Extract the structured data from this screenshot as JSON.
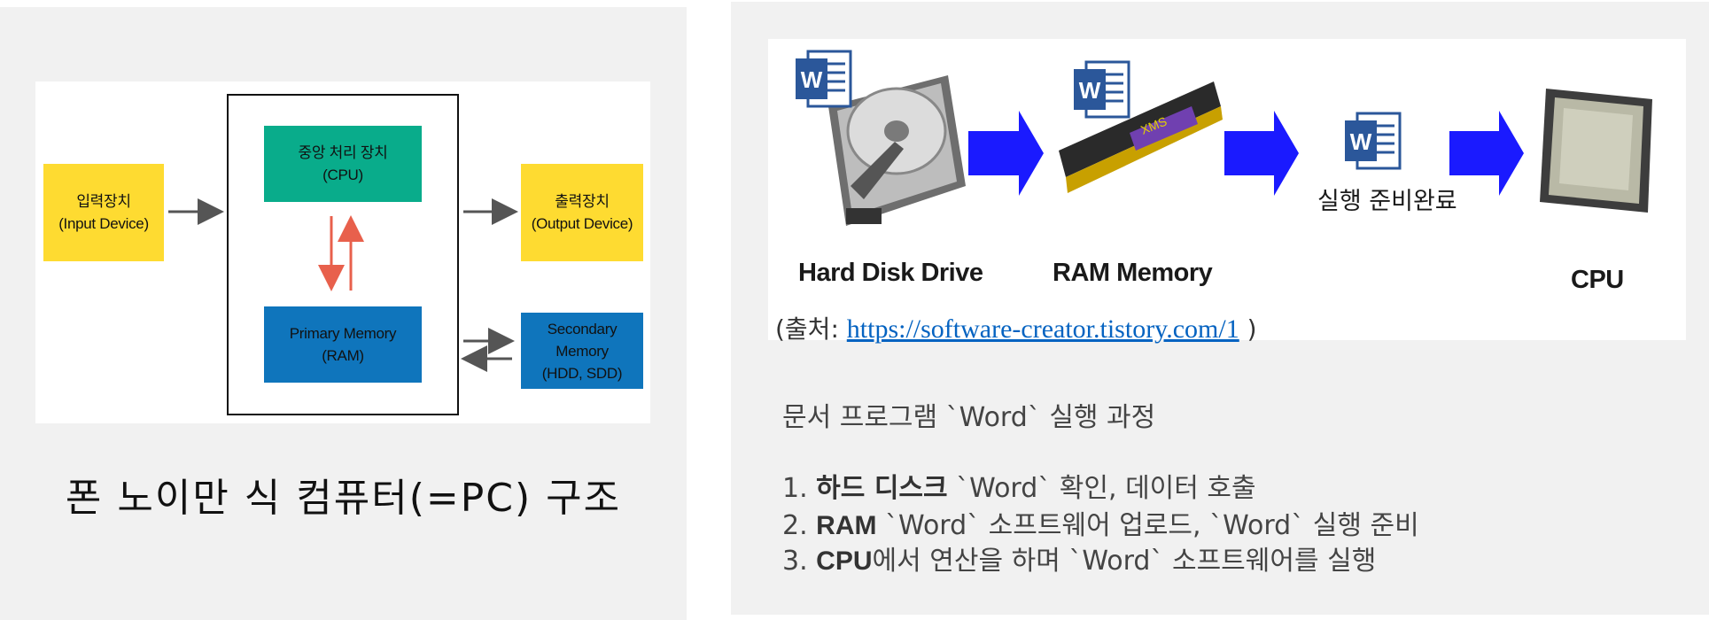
{
  "left": {
    "blocks": {
      "input": "입력장치\n(Input Device)",
      "cpu": "중앙 처리 장치\n(CPU)",
      "output": "출력장치\n(Output Device)",
      "ram": "Primary Memory\n(RAM)",
      "secondary": "Secondary\nMemory\n(HDD, SDD)"
    },
    "caption": "폰 노이만 식 컴퓨터(=PC) 구조"
  },
  "right": {
    "labels": {
      "hdd": "Hard Disk Drive",
      "ram": "RAM Memory",
      "cpu": "CPU",
      "ready": "실행 준비완료"
    },
    "source_prefix": "(출처: ",
    "source_url": "https://software-creator.tistory.com/1",
    "source_suffix": " )",
    "desc_title": "문서 프로그램 `Word` 실행 과정",
    "steps": [
      {
        "num": "1. ",
        "bold": "하드 디스크",
        "rest": " `Word` 확인, 데이터 호출"
      },
      {
        "num": "2. ",
        "bold": "RAM",
        "rest": " `Word` 소프트웨어 업로드, `Word` 실행 준비"
      },
      {
        "num": "3. ",
        "bold": "CPU",
        "rest": "에서 연산을 하며 `Word` 소프트웨어를 실행"
      }
    ]
  },
  "colors": {
    "io_yellow": "#fedb31",
    "cpu_green": "#09ac8b",
    "memory_blue": "#0f75bc",
    "flow_arrow_blue": "#1a1aff",
    "data_arrow_red": "#e8604c",
    "word_icon_blue": "#2b579a"
  },
  "icons": [
    "word-document-icon",
    "hard-disk-photo",
    "ram-module-photo",
    "cpu-chip-photo",
    "flow-arrow"
  ]
}
